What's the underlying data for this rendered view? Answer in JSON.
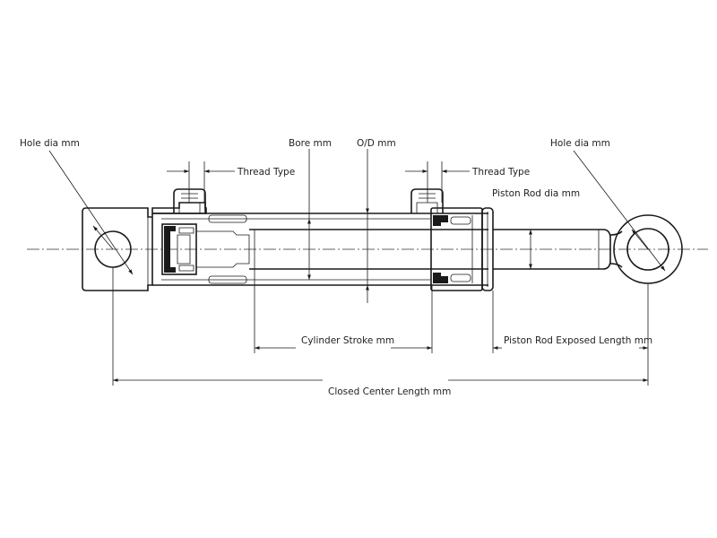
{
  "labels": {
    "hole_dia_left": "Hole dia mm",
    "bore": "Bore mm",
    "od": "O/D mm",
    "hole_dia_right": "Hole dia mm",
    "thread_type_left": "Thread Type",
    "thread_type_right": "Thread Type",
    "piston_rod_dia": "Piston Rod dia mm",
    "cylinder_stroke": "Cylinder Stroke mm",
    "piston_rod_exposed_length": "Piston Rod Exposed Length mm",
    "closed_center_length": "Closed Center Length mm"
  },
  "colors": {
    "line": "#1a1a1a",
    "background": "#ffffff"
  }
}
